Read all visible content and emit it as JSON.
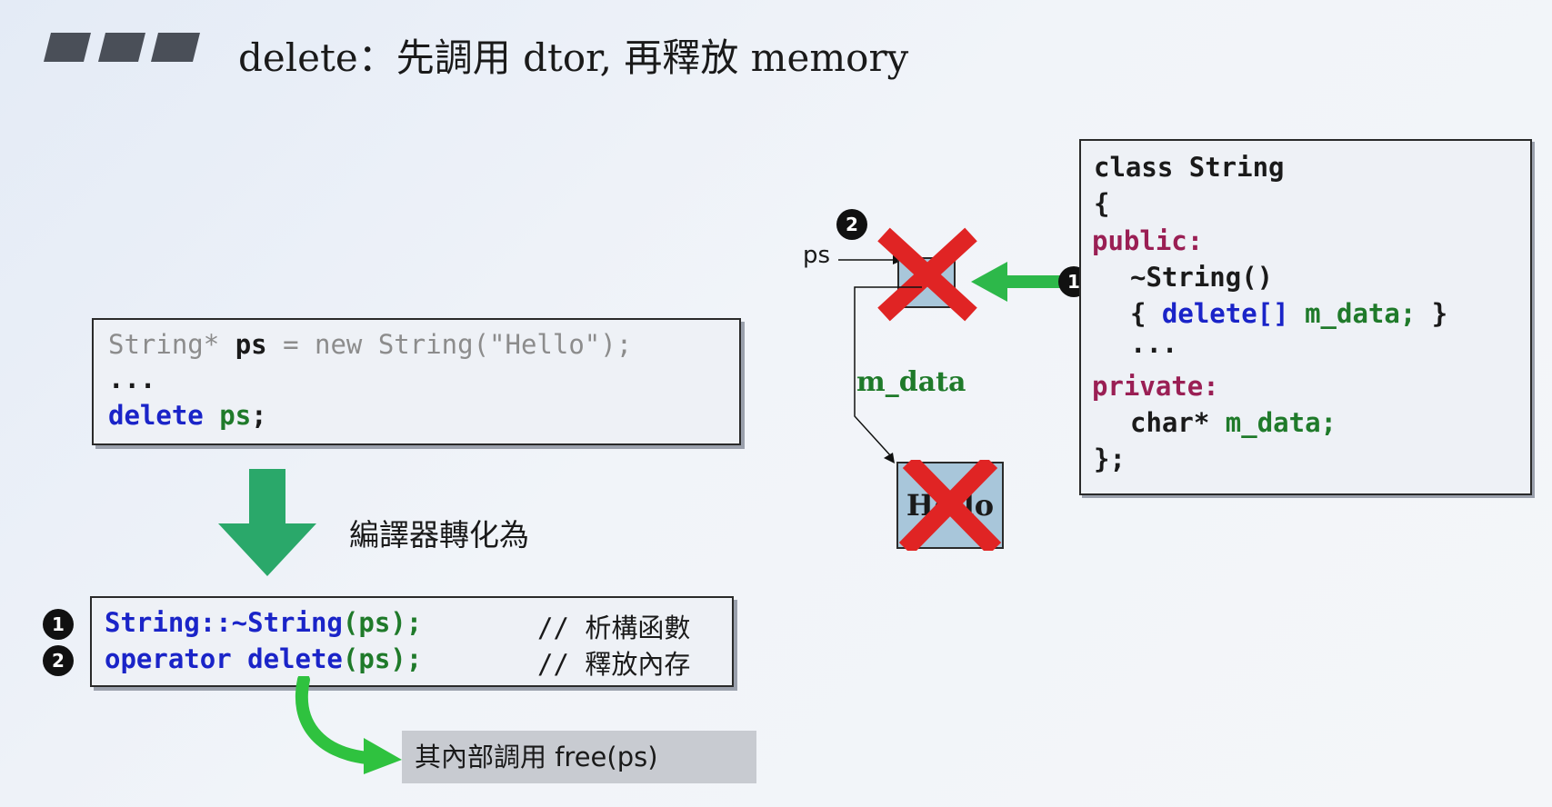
{
  "slide": {
    "title": "delete：先調用 dtor, 再釋放 memory"
  },
  "source_code": {
    "line1_type": "String*",
    "line1_var": "ps",
    "line1_rest": "= new String(\"Hello\");",
    "line2": "...",
    "line3_keyword": "delete",
    "line3_var": "ps",
    "line3_end": ";"
  },
  "transform": {
    "label": "編譯器轉化為"
  },
  "compiled_code": {
    "badge1": "1",
    "badge2": "2",
    "line1_call": "String::~String",
    "line1_arg": "(ps);",
    "line1_comment": "// 析構函數",
    "line2_call": "operator delete",
    "line2_arg": "(ps);",
    "line2_comment": "// 釋放內存"
  },
  "callout": {
    "text": "其內部調用 free(ps)"
  },
  "diagram": {
    "badge_top": "2",
    "badge_arrow": "1",
    "ps_label": "ps",
    "member_label": "m_data",
    "heap_text": "Hello"
  },
  "class_code": {
    "l1": "class String",
    "l2": "{",
    "l3_access": "public:",
    "l4": "~String()",
    "l5_open": "{ ",
    "l5_kw": "delete[]",
    "l5_member": "m_data;",
    "l5_close": " }",
    "l6": "...",
    "l7_access": "private:",
    "l8_type": "char*",
    "l8_member": "m_data;",
    "l9": "};"
  },
  "colors": {
    "keyword": "#1a24c8",
    "identifier": "#1f7a2a",
    "access": "#9a1f54",
    "arrow_green": "#2db84a",
    "cross_red": "#e02424"
  }
}
